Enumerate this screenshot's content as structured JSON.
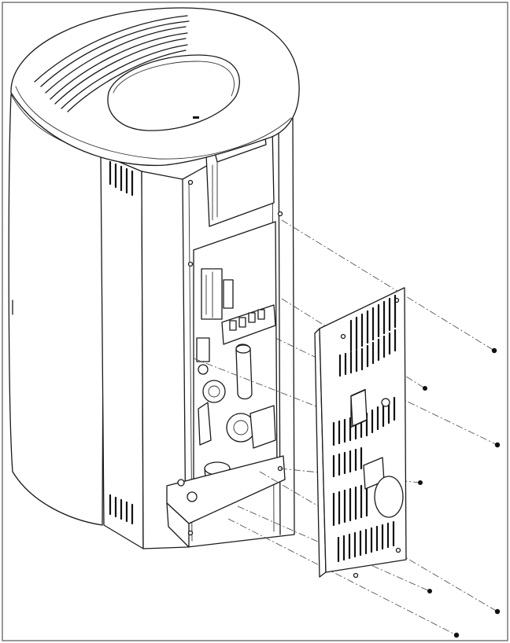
{
  "figure": {
    "background": "#ffffff",
    "line_color": "#1a1a1a",
    "border_color": "#555555"
  },
  "parts": {
    "stove_body": "stove-body",
    "top_grille": "top-vent-grille",
    "rear_panel": "rear-access-panel",
    "screws": "fixing-screws"
  }
}
